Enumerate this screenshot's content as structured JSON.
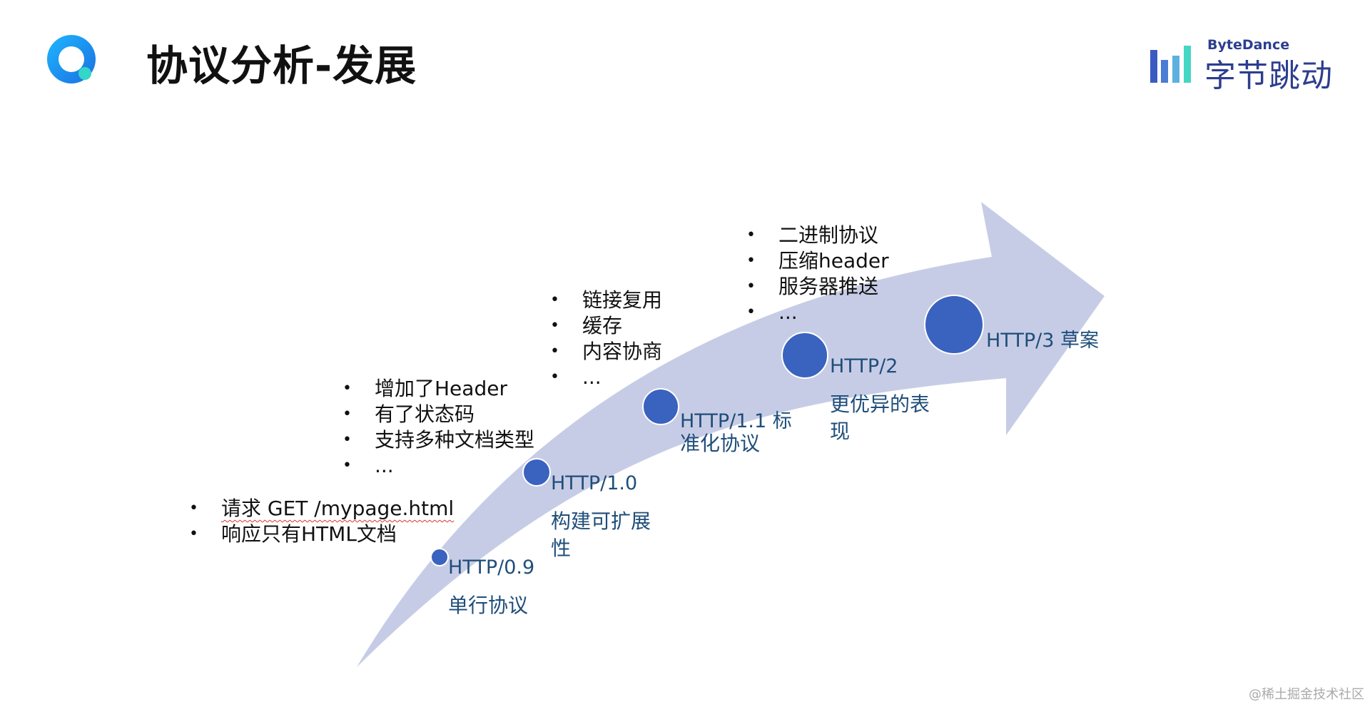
{
  "title": "协议分析-发展",
  "brand": {
    "en": "ByteDance",
    "zh": "字节跳动"
  },
  "watermark": "@稀土掘金技术社区",
  "colors": {
    "arrow": "#c7cce6",
    "node": "#3a62bf",
    "label": "#1f4e79"
  },
  "stages": [
    {
      "version": "HTTP/0.9",
      "description": "单行协议",
      "features": [
        "请求 GET /mypage.html",
        "响应只有HTML文档"
      ]
    },
    {
      "version": "HTTP/1.0",
      "description": "构建可扩展性",
      "features": [
        "增加了Header",
        "有了状态码",
        "支持多种文档类型",
        "..."
      ]
    },
    {
      "version": "HTTP/1.1 标",
      "description": "准化协议",
      "features": [
        "链接复用",
        "缓存",
        "内容协商",
        "..."
      ]
    },
    {
      "version": "HTTP/2",
      "description": "更优异的表现",
      "features": [
        "二进制协议",
        "压缩header",
        "服务器推送",
        "..."
      ]
    },
    {
      "version": "HTTP/3 草案",
      "description": "",
      "features": []
    }
  ]
}
